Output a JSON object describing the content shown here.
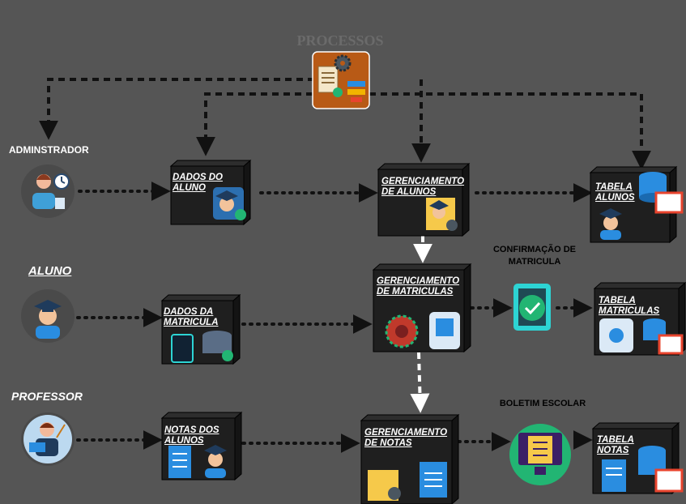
{
  "title": "PROCESSOS",
  "actors": {
    "admin": "ADMINSTRADOR",
    "aluno": "ALUNO",
    "professor": "PROFESSOR"
  },
  "boxes": {
    "dados_aluno": "DADOS DO ALUNO",
    "dados_matricula": "DADOS DA MATRICULA",
    "notas_alunos": "NOTAS DOS ALUNOS",
    "ger_alunos": "GERENCIAMENTO DE ALUNOS",
    "ger_matriculas": "GERENCIAMENTO DE MATRICULAS",
    "ger_notas": "GERENCIAMENTO DE NOTAS",
    "tab_alunos": "TABELA ALUNOS",
    "tab_matriculas": "TABELA MATRICULAS",
    "tab_notas": "TABELA NOTAS"
  },
  "labels": {
    "confirmacao": "CONFIRMAÇÃO DE MATRICULA",
    "boletim": "BOLETIM ESCOLAR"
  },
  "icons": {
    "processos": "process-gear-icon",
    "admin": "admin-clock-icon",
    "aluno": "graduate-icon",
    "professor": "teacher-icon",
    "database": "database-icon",
    "table": "spreadsheet-icon",
    "document": "document-icon",
    "confirmacao": "clipboard-check-icon",
    "boletim": "monitor-report-icon"
  },
  "colors": {
    "background": "#555555",
    "box": "#1f1f1f",
    "arrow": "#111111",
    "arrow_white": "#ffffff",
    "accent_blue": "#2a8de0",
    "accent_orange": "#c0641c"
  }
}
